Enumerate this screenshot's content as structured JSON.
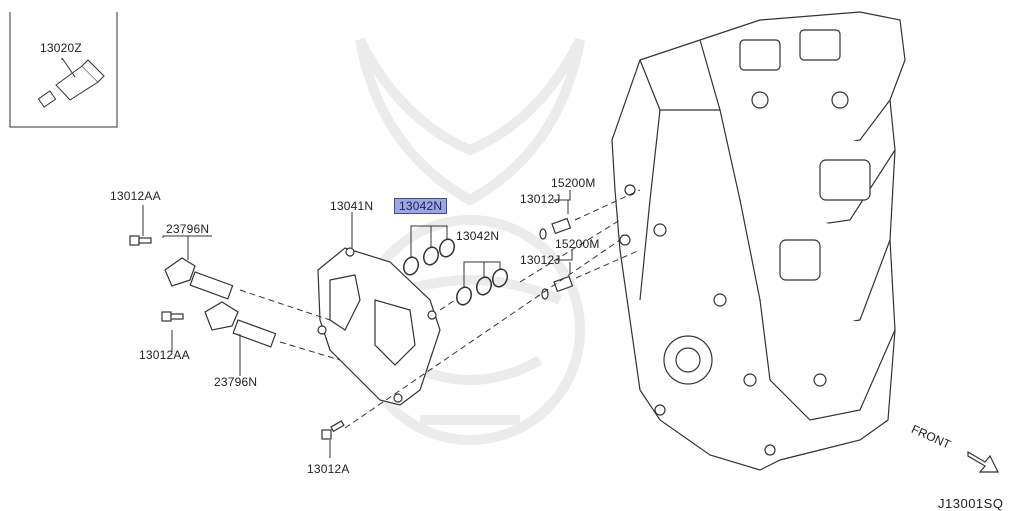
{
  "labels": {
    "sealant": "13020Z",
    "bolt_top": "13012AA",
    "sensor_top": "23796N",
    "bolt_mid": "13012AA",
    "sensor_bottom": "23796N",
    "cover": "13041N",
    "oring_highlighted": "13042N",
    "oring_second": "13042N",
    "plug_top_part": "15200M",
    "plug_top_bolt": "13012J",
    "plug_bottom_part": "15200M",
    "plug_bottom_bolt": "13012J",
    "bolt_bottom": "13012A"
  },
  "front_label": "FRONT",
  "reference_code": "J13001SQ",
  "colors": {
    "highlight_fill": "#9ea6dc",
    "highlight_border": "#3f4aa0",
    "line": "#333333"
  }
}
